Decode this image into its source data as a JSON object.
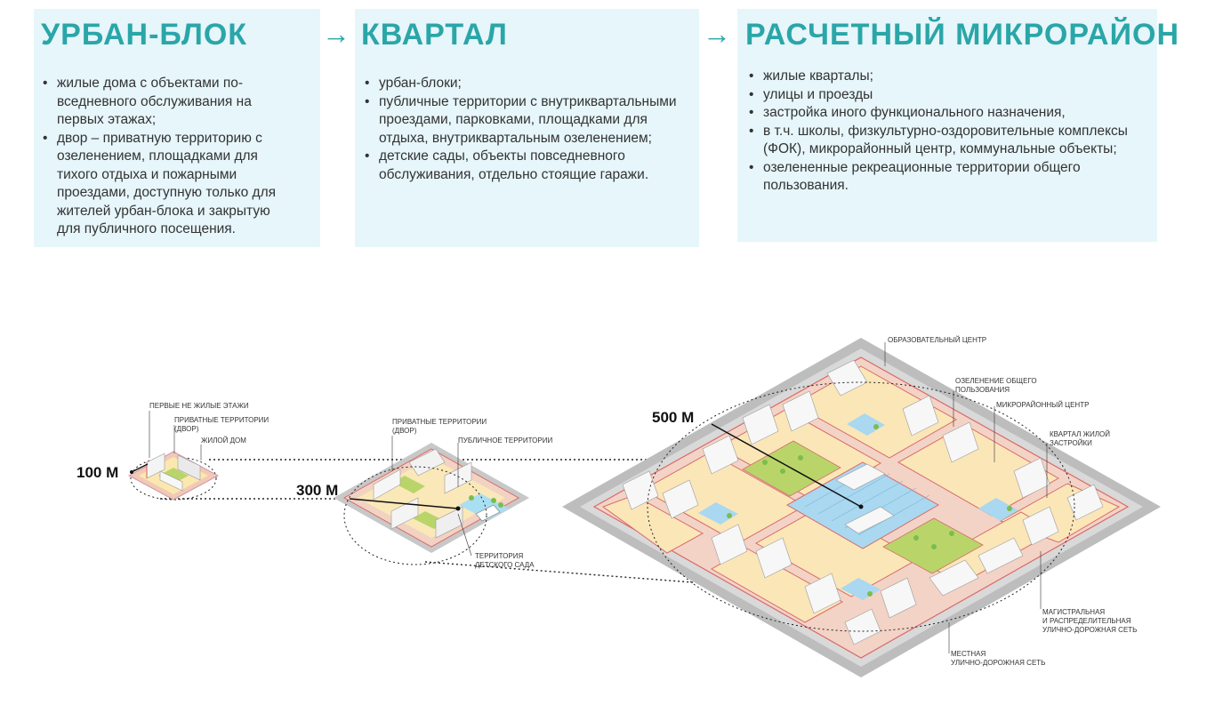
{
  "panels": [
    {
      "title": "УРБАН-БЛОК",
      "items": [
        "жилые дома с объектами по-вседневного обслуживания на первых этажах;",
        "двор – приватную территорию с озеленением, площадками для тихого отдыха и пожарными проездами, доступную только для жителей урбан-блока и закрытую для публичного посещения."
      ]
    },
    {
      "title": "КВАРТАЛ",
      "items": [
        "урбан-блоки;",
        "публичные территории с внутриквартальными проездами, парковками, площадками для отдыха, внутриквартальным озеленением;",
        "детские сады, объекты повседневного обслуживания, отдельно стоящие гаражи."
      ]
    },
    {
      "title": "РАСЧЕТНЫЙ МИКРОРАЙОН",
      "items": [
        "жилые кварталы;",
        "улицы и проезды",
        "застройка иного функционального назначения,",
        "в т.ч. школы, физкультурно-оздоровительные комплексы (ФОК), микрорайонный центр, коммунальные объекты;",
        "озелененные рекреационные территории общего пользования."
      ]
    }
  ],
  "arrow_glyph": "→",
  "scales": {
    "s100": "100 М",
    "s300": "300 М",
    "s500": "500 М"
  },
  "annotations": {
    "block_first_floors": "ПЕРВЫЕ НЕ ЖИЛЫЕ ЭТАЖИ",
    "block_private_1": "ПРИВАТНЫЕ ТЕРРИТОРИИ",
    "block_private_2": "(ДВОР)",
    "block_house": "ЖИЛОЙ ДОМ",
    "kv_private_1": "ПРИВАТНЫЕ ТЕРРИТОРИИ",
    "kv_private_2": "(ДВОР)",
    "kv_public": "ПУБЛИЧНОЕ ТЕРРИТОРИИ",
    "kv_kinder_1": "ТЕРРИТОРИЯ",
    "kv_kinder_2": "ДЕТСКОГО САДА",
    "md_edu": "ОБРАЗОВАТЕЛЬНЫЙ ЦЕНТР",
    "md_green_1": "ОЗЕЛЕНЕНИЕ ОБЩЕГО",
    "md_green_2": "ПОЛЬЗОВАНИЯ",
    "md_center": "МИКРОРАЙОННЫЙ ЦЕНТР",
    "md_quarter_1": "КВАРТАЛ ЖИЛОЙ",
    "md_quarter_2": "ЗАСТРОЙКИ",
    "md_main_1": "МАГИСТРАЛЬНАЯ",
    "md_main_2": "И РАСПРЕДЕЛИТЕЛЬНАЯ",
    "md_main_3": "УЛИЧНО-ДОРОЖНАЯ СЕТЬ",
    "md_local_1": "МЕСТНАЯ",
    "md_local_2": "УЛИЧНО-ДОРОЖНАЯ СЕТЬ"
  }
}
